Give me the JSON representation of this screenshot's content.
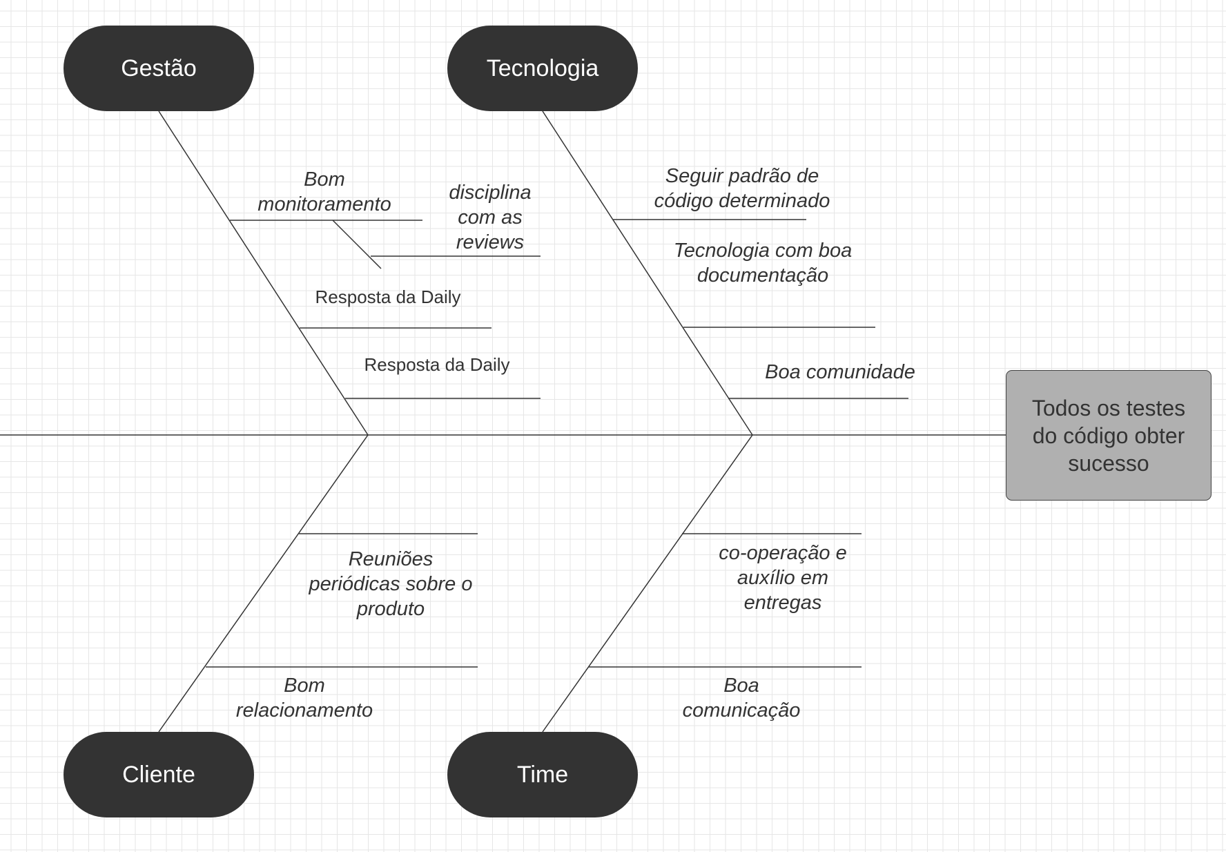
{
  "effect": "Todos os testes\ndo código obter\nsucesso",
  "categories": {
    "gestao": "Gestão",
    "tecnologia": "Tecnologia",
    "cliente": "Cliente",
    "time": "Time"
  },
  "causes": {
    "gestao": [
      "Bom\nmonitoramento",
      "disciplina\ncom as\nreviews",
      "Resposta da Daily",
      "Resposta da Daily"
    ],
    "tecnologia": [
      "Seguir padrão  de\ncódigo  determinado",
      "Tecnologia com boa\ndocumentação",
      "Boa comunidade"
    ],
    "cliente": [
      "Reuniões\nperiódicas sobre o\nproduto",
      "Bom\nrelacionamento"
    ],
    "time": [
      "co-operação e\nauxílio em\nentregas",
      "Boa\ncomunicação"
    ]
  },
  "colors": {
    "pill": "#333333",
    "effect_box": "#b0b0b0",
    "line": "#333333",
    "grid": "#e6e6e6"
  }
}
